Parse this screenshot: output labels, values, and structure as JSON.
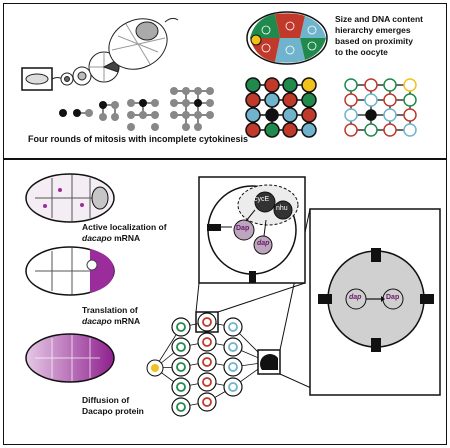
{
  "top": {
    "caption": "Four rounds of mitosis with incomplete cytokinesis",
    "hierarchy_lines": [
      "Size and DNA content",
      "hierarchy emerges",
      "based on proximity",
      "to the oocyte"
    ]
  },
  "bottom": {
    "localization": [
      "Active localization of",
      "dacapo",
      " mRNA"
    ],
    "translation": [
      "Translation of",
      "dacapo",
      " mRNA"
    ],
    "diffusion": [
      "Diffusion of",
      "Dacapo protein"
    ],
    "inset1": {
      "cyc_label": "cycE",
      "nhu_label": "nhu",
      "dap_protein_label": "Dap",
      "dap_mrna_label": "dap"
    },
    "inset2": {
      "dap_mrna_label": "dap",
      "dap_protein_label": "Dap"
    }
  },
  "colors": {
    "green": "#1f8a4c",
    "red": "#c0392b",
    "blue": "#6fb3cc",
    "yellow": "#f2c21b",
    "purple": "#9b2c9b",
    "gray": "#8a8a8a",
    "light_gray": "#cfcfcf"
  }
}
